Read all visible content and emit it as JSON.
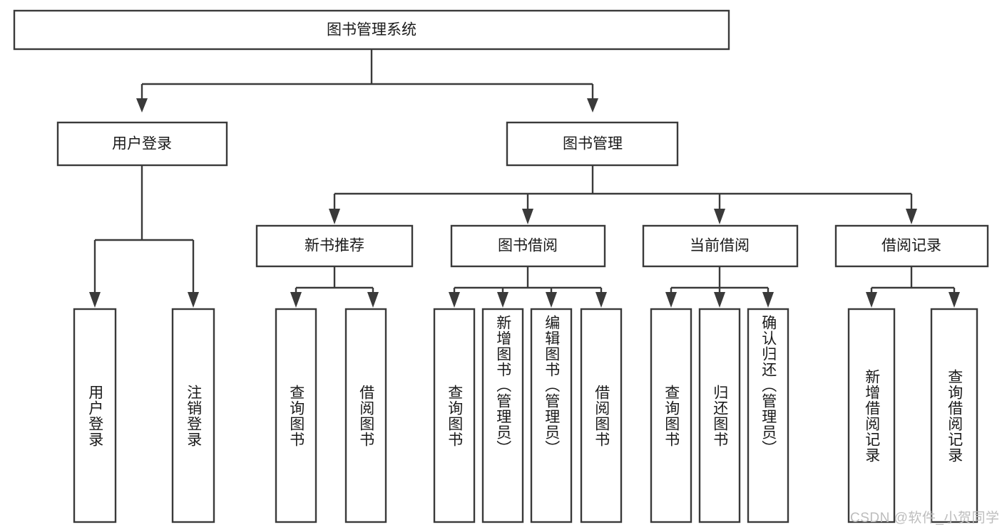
{
  "diagram": {
    "type": "tree-hierarchy",
    "title": "图书管理系统",
    "watermark": "CSDN @软件_小贺同学",
    "colors": {
      "box_stroke": "#3a3a3a",
      "box_fill": "#ffffff",
      "text": "#1a1a1a",
      "background": "#ffffff",
      "watermark": "#bdbdbd"
    },
    "levels": {
      "root": {
        "label": "图书管理系统"
      },
      "level2": [
        {
          "label": "用户登录"
        },
        {
          "label": "图书管理"
        }
      ],
      "level3": [
        {
          "label": "新书推荐"
        },
        {
          "label": "图书借阅"
        },
        {
          "label": "当前借阅"
        },
        {
          "label": "借阅记录"
        }
      ]
    },
    "groups": [
      {
        "parent": "用户登录",
        "leaves": [
          {
            "label": "用户登录"
          },
          {
            "label": "注销登录"
          }
        ]
      },
      {
        "parent": "新书推荐",
        "leaves": [
          {
            "label": "查询图书"
          },
          {
            "label": "借阅图书"
          }
        ]
      },
      {
        "parent": "图书借阅",
        "leaves": [
          {
            "label": "查询图书"
          },
          {
            "label": "新增图书（管理员）"
          },
          {
            "label": "编辑图书（管理员）"
          },
          {
            "label": "借阅图书"
          }
        ]
      },
      {
        "parent": "当前借阅",
        "leaves": [
          {
            "label": "查询图书"
          },
          {
            "label": "归还图书"
          },
          {
            "label": "确认归还（管理员）"
          }
        ]
      },
      {
        "parent": "借阅记录",
        "leaves": [
          {
            "label": "新增借阅记录"
          },
          {
            "label": "查询借阅记录"
          }
        ]
      }
    ]
  }
}
